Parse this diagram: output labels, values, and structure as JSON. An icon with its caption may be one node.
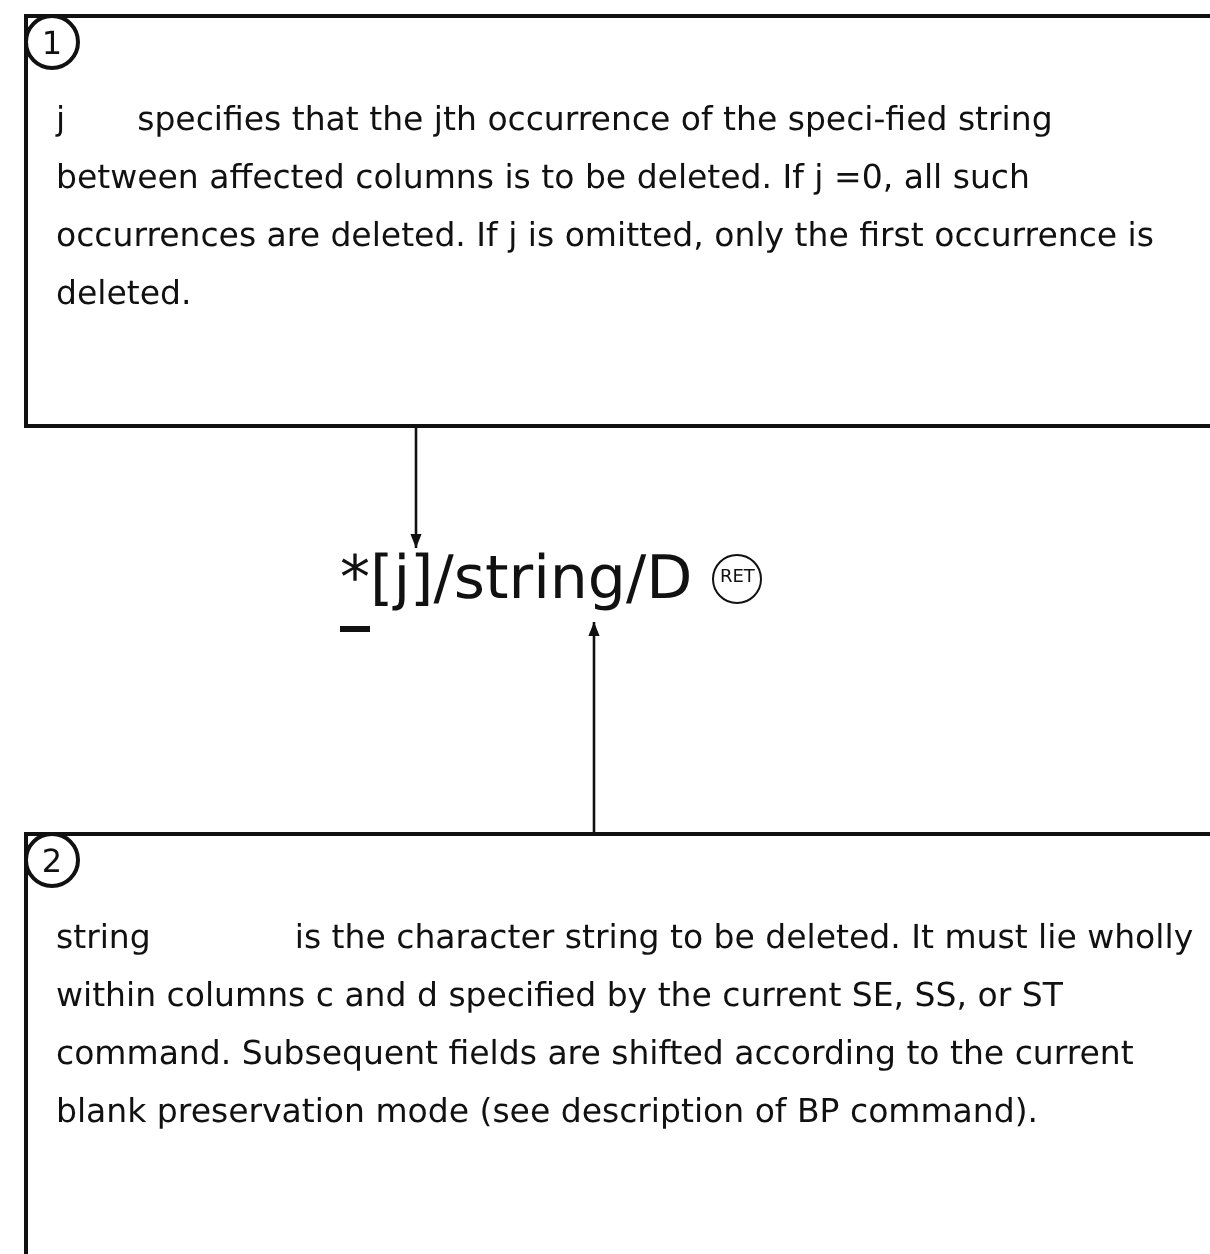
{
  "diagram": {
    "nodes": [
      {
        "text": [
          "1",
          "j",
          "specifies that the jth occurrence of the speci-fied string between affected columns is to be deleted. If j =0, all such occurrences are deleted. If j is omitted, only the first occurrence is deleted."
        ]
      },
      {
        "text": [
          "*[j]/string/D",
          "RET"
        ]
      },
      {
        "text": [
          "2",
          "string",
          "is the character string to be deleted. It must lie wholly within columns c and d specified by the current SE, SS, or ST command. Subsequent fields are shifted according to the current blank preservation mode (see description of BP command)."
        ]
      }
    ],
    "edges": [
      {
        "from": 0,
        "to": 1,
        "arrow": "to"
      },
      {
        "from": 2,
        "to": 1,
        "arrow": "to"
      }
    ]
  }
}
